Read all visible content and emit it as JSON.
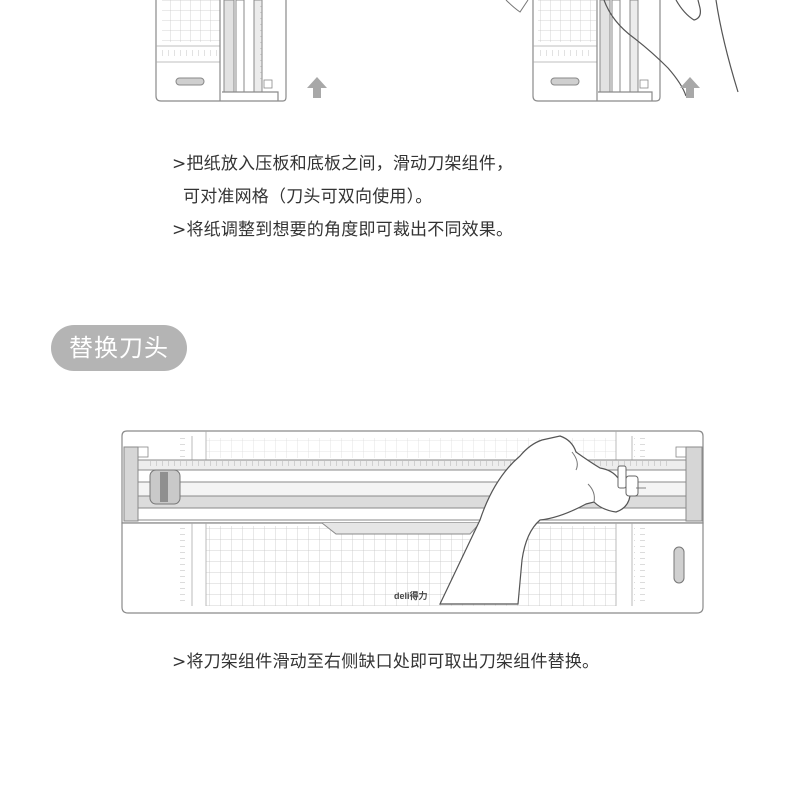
{
  "instructions": {
    "line1": ">把纸放入压板和底板之间，滑动刀架组件，",
    "line2": "可对准网格（刀头可双向使用）。",
    "line3": ">将纸调整到想要的角度即可裁出不同效果。"
  },
  "section": {
    "title": "替换刀头"
  },
  "replace_instruction": ">将刀架组件滑动至右侧缺口处即可取出刀架组件替换。",
  "brand_logo_text": "deli得力",
  "colors": {
    "pill_bg": "#b4b4b4",
    "outline": "#8a8a8a",
    "grid": "#c8c8c8",
    "body_text": "#333333",
    "arrow": "#a8a8a8",
    "rail": "#dcdcdc"
  },
  "icons": [
    "up-arrow-icon",
    "up-arrow-icon"
  ]
}
